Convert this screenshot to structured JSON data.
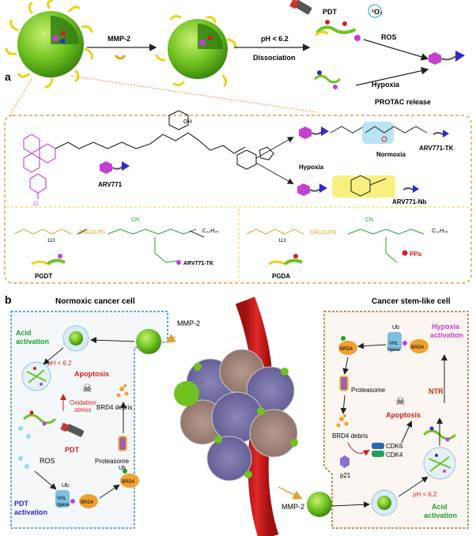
{
  "panel_a": {
    "label": "a",
    "mmp2": "MMP-2",
    "ph": "pH < 6.2",
    "dissociation": "Dissociation",
    "pdt": "PDT",
    "singlet_oxygen": "¹O₂",
    "ros": "ROS",
    "hypoxia": "Hypoxia",
    "protac_release": "PROTAC release",
    "arv771": "ARV771",
    "arv771_tk": "ARV771-TK",
    "arv771_nb": "ARV771-Nb",
    "normoxia": "Normoxia",
    "hypoxia_chem": "Hypoxia",
    "oh": "OH",
    "cl": "Cl",
    "pgdt": "PGDT",
    "pgda": "PGDA",
    "ppa": "PPa",
    "peptide": "GALGLPG",
    "peptide2": "GALGLPG",
    "arv771_tk_tag": "ARV771-TK",
    "repeat": "113",
    "cn": "CN",
    "c12h25": "C₁₂H₂₅",
    "c12h25_2": "C₁₂H₂₅",
    "cn2": "CN",
    "repeat2": "113"
  },
  "panel_b": {
    "label": "b",
    "normoxic_title": "Normoxic cancer cell",
    "csc_title": "Cancer stem-like cell",
    "acid_activation_l": "Acid\nactivation",
    "acid_activation_l1": "Acid",
    "acid_activation_l2": "activation",
    "ph_l": "pH < 6.2",
    "apoptosis_l": "Apoptosis",
    "oxidation_stress_1": "Oxidation",
    "oxidation_stress_2": "stress",
    "brd4_debris_l": "BRD4 debris",
    "pdt_l": "PDT",
    "ros_l": "ROS",
    "proteasome_l": "Proteasome",
    "pdt_activation_1": "PDT",
    "pdt_activation_2": "activation",
    "ub_l": "Ub",
    "ub_l2": "Ub",
    "vhl_l": "VHL",
    "ligase_l": "ligase",
    "brd4_l": "BRD4",
    "brd4_l2": "BRD4",
    "mmp2_top": "MMP-2",
    "mmp2_bottom": "MMP-2",
    "ub_r": "Ub",
    "brd4_r1": "BRD4",
    "vhl_r": "VHL",
    "ligase_r": "ligase",
    "brd4_r2": "BRD4",
    "hypoxia_act_1": "Hypoxia",
    "hypoxia_act_2": "activation",
    "proteasome_r": "Proteasome",
    "apoptosis_r": "Apoptosis",
    "ntr_r": "NTR",
    "brd4_debris_r": "BRD4 debris",
    "cdk6": "CDK6",
    "cdk4": "CDK4",
    "p21": "p21",
    "ph_r": "pH < 6.2",
    "acid_activation_r1": "Acid",
    "acid_activation_r2": "activation"
  },
  "colors": {
    "green_nanoparticle": "#7ccf2a",
    "yellow_chain": "#f2e51a",
    "purple_hexagon": "#c63fd2",
    "blue_triangle": "#2a2ad6",
    "red_arrow": "#e02020",
    "orange_border": "#e08a2e",
    "blue_border": "#3a8ac8",
    "green_text": "#22a02a",
    "magenta_text": "#d03cc8",
    "blue_text": "#2a2ad6"
  }
}
